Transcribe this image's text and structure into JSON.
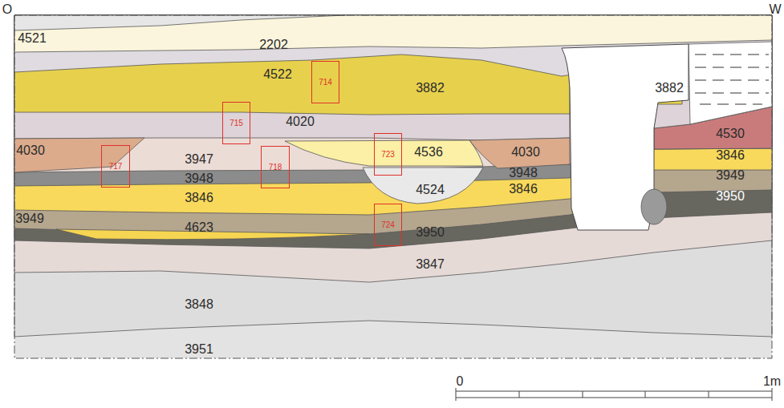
{
  "diagram": {
    "nodes": [
      {
        "text": [
          "714"
        ]
      },
      {
        "text": [
          "715"
        ]
      },
      {
        "text": [
          "717"
        ]
      },
      {
        "text": [
          "718"
        ]
      },
      {
        "text": [
          "723"
        ]
      },
      {
        "text": [
          "724"
        ]
      }
    ],
    "labels": [
      "O",
      "W",
      "4521",
      "2202",
      "4522",
      "3882",
      "3882",
      "4020",
      "4030",
      "3947",
      "4536",
      "4030",
      "4530",
      "3948",
      "3948",
      "3846",
      "3846",
      "3846",
      "3949",
      "4524",
      "3949",
      "3950",
      "4623",
      "3950",
      "3847",
      "3848",
      "3951",
      "0",
      "1m"
    ]
  }
}
